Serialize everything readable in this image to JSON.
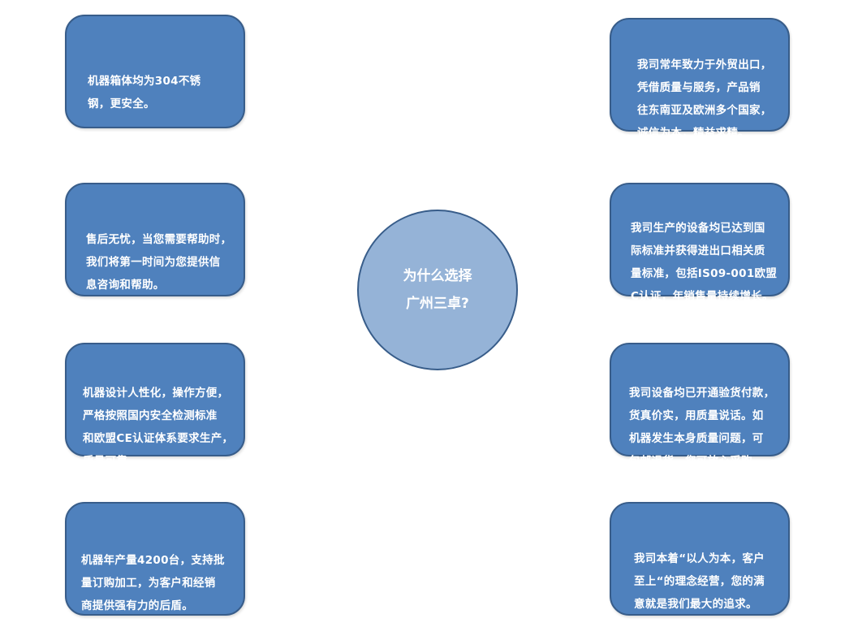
{
  "center": {
    "line1": "为什么选择",
    "line2": "广州三卓?"
  },
  "left_boxes": [
    {
      "text": "机器箱体均为304不锈\n钢，更安全。"
    },
    {
      "text": "售后无忧，当您需要帮助时，\n我们将第一时间为您提供信\n息咨询和帮助。"
    },
    {
      "text": "机器设计人性化，操作方便，\n严格按照国内安全检测标准\n和欧盟CE认证体系要求生产，\n质量可靠。"
    },
    {
      "text": "机器年产量4200台，支持批\n量订购加工，为客户和经销\n商提供强有力的后盾。"
    }
  ],
  "right_boxes": [
    {
      "text": "我司常年致力于外贸出口，\n凭借质量与服务，产品销\n往东南亚及欧洲多个国家，\n诚信为本，精益求精。"
    },
    {
      "text": "我司生产的设备均已达到国\n际标准并获得进出口相关质\n量标准，包括IS09-001欧盟\nC认证，年销售量持续增长。"
    },
    {
      "text": "我司设备均已开通验货付款，\n货真价实，用质量说话。如\n机器发生本身质量问题，可\n包邮退货，您可放心采购。"
    },
    {
      "text": "我司本着“以人为本，客户\n至上“的理念经营，您的满\n意就是我们最大的追求。"
    }
  ],
  "colors": {
    "box_fill": "#4f81bd",
    "box_border": "#385d8a",
    "circle_fill": "#95b3d7",
    "text": "#ffffff"
  }
}
